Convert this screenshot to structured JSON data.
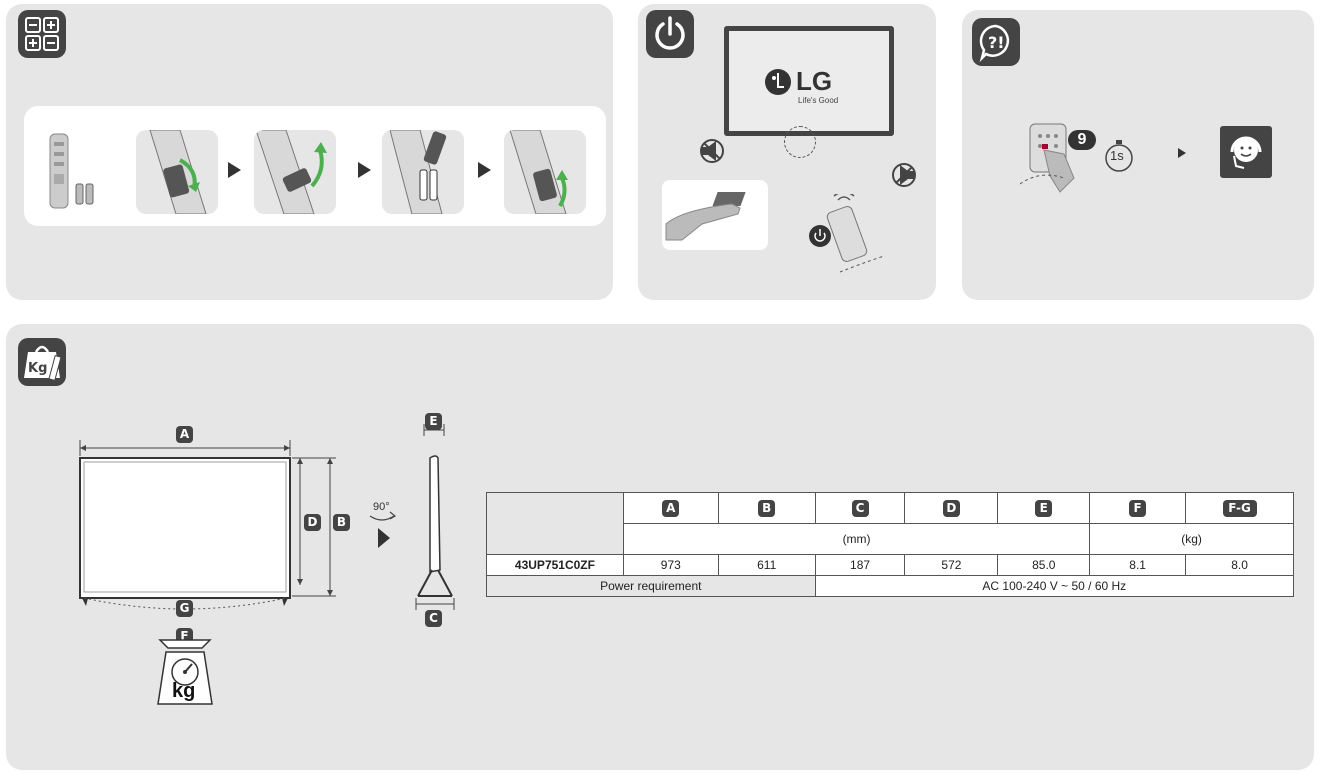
{
  "tv_logo": {
    "brand": "LG",
    "tagline": "Life's Good"
  },
  "remote_step": {
    "number": "9",
    "hold_time": "1s"
  },
  "rotation_label": "90°",
  "dimension_labels": {
    "A": "A",
    "B": "B",
    "C": "C",
    "D": "D",
    "E": "E",
    "F": "F",
    "G": "G"
  },
  "scale_unit": "kg",
  "weight_icon_text": "Kg",
  "spec_table": {
    "headers": [
      "A",
      "B",
      "C",
      "D",
      "E",
      "F",
      "F-G"
    ],
    "unit_mm": "(mm)",
    "unit_kg": "(kg)",
    "model": "43UP751C0ZF",
    "values": [
      "973",
      "611",
      "187",
      "572",
      "85.0",
      "8.1",
      "8.0"
    ],
    "power_label": "Power requirement",
    "power_value": "AC 100-240 V ~ 50 / 60 Hz"
  },
  "colors": {
    "panel_bg": "#e6e6e6",
    "badge_bg": "#444444",
    "accent_green": "#4caf50",
    "lg_red": "#a50034"
  }
}
